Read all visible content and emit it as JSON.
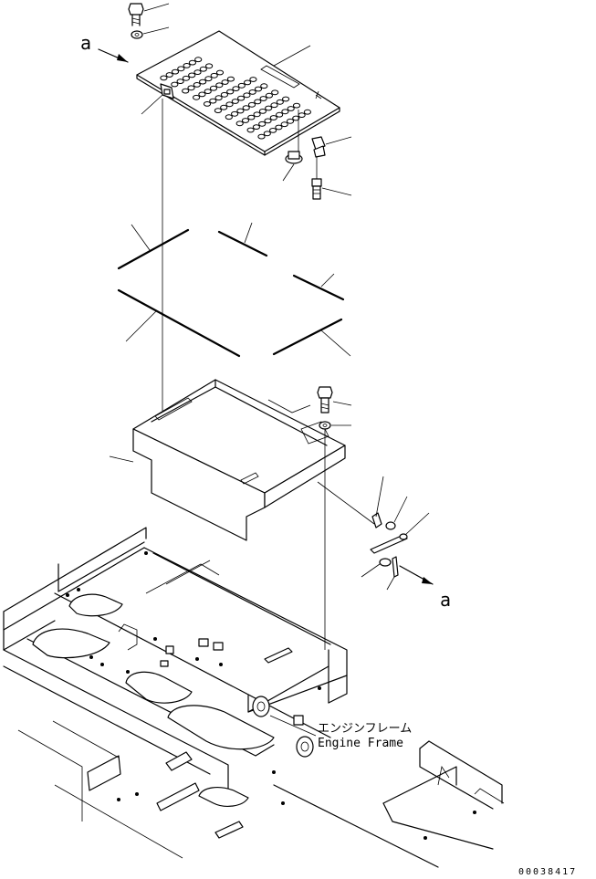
{
  "view_labels": {
    "arrow_in": "a",
    "arrow_out": "a"
  },
  "callout": {
    "jp": "エンジンフレーム",
    "en": "Engine Frame"
  },
  "drawing_number": "00038417",
  "parts": [
    {
      "name": "bolt-top"
    },
    {
      "name": "washer-top"
    },
    {
      "name": "perforated-cover-plate"
    },
    {
      "name": "hinge-bracket"
    },
    {
      "name": "latch-clip"
    },
    {
      "name": "latch-knob"
    },
    {
      "name": "latch-bolt"
    },
    {
      "name": "seal-strip-1"
    },
    {
      "name": "seal-strip-2"
    },
    {
      "name": "seal-strip-3"
    },
    {
      "name": "seal-strip-4"
    },
    {
      "name": "seal-strip-5"
    },
    {
      "name": "tray-box"
    },
    {
      "name": "bolt-right"
    },
    {
      "name": "washer-right"
    },
    {
      "name": "stay-rod"
    },
    {
      "name": "pin-washer"
    },
    {
      "name": "frame-bracket"
    }
  ]
}
